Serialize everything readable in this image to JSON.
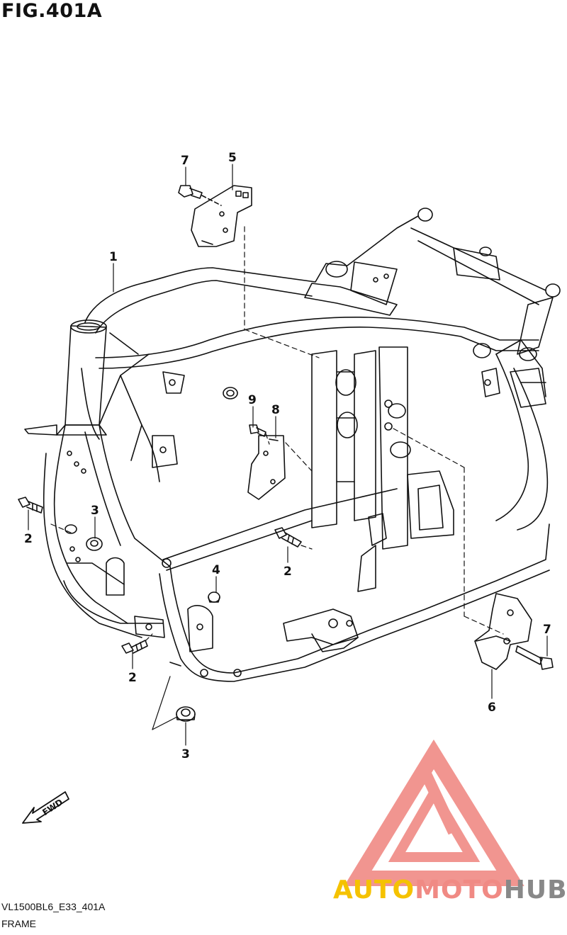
{
  "figure": {
    "title": "FIG.401A"
  },
  "callouts": [
    {
      "id": "c1",
      "text": "1"
    },
    {
      "id": "c7a",
      "text": "7"
    },
    {
      "id": "c5",
      "text": "5"
    },
    {
      "id": "c9",
      "text": "9"
    },
    {
      "id": "c8",
      "text": "8"
    },
    {
      "id": "c3a",
      "text": "3"
    },
    {
      "id": "c2a",
      "text": "2"
    },
    {
      "id": "c4",
      "text": "4"
    },
    {
      "id": "c2b",
      "text": "2"
    },
    {
      "id": "c2c",
      "text": "2"
    },
    {
      "id": "c3b",
      "text": "3"
    },
    {
      "id": "c7b",
      "text": "7"
    },
    {
      "id": "c6",
      "text": "6"
    }
  ],
  "direction_arrow": {
    "label": "FWD"
  },
  "watermark": {
    "part1": "AUTO",
    "part2": "MOTO",
    "part3": "HUB",
    "color_primary": "#f08a84",
    "color_accent": "#f5c200",
    "color_dark": "#888888"
  },
  "footer": {
    "code": "VL1500BL6_E33_401A",
    "caption": "FRAME"
  }
}
